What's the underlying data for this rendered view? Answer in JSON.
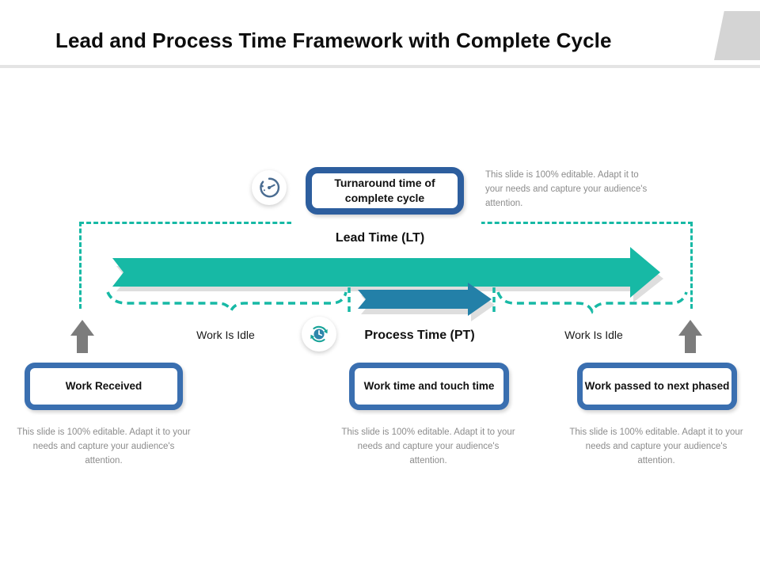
{
  "header": {
    "title": "Lead and Process Time Framework with Complete Cycle",
    "corner_color": "#d4d4d4",
    "rule_color": "#e4e4e4"
  },
  "theme": {
    "teal": "#17b9a5",
    "dark_teal": "#14a896",
    "process_blue": "#2380a8",
    "card_blue": "#3a6fb0",
    "turnaround_blue": "#2d5e9e",
    "arrow_gray": "#7c7c7c",
    "shadow_gray": "#dedede",
    "caption_gray": "#8c8c8c"
  },
  "diagram": {
    "turnaround_card": "Turnaround time of complete cycle",
    "turnaround_icon": "speedometer-gauge-icon",
    "cycle_icon": "clock-refresh-icon",
    "lead_time_label": "Lead Time (LT)",
    "process_time_label": "Process Time (PT)",
    "idle_left_label": "Work Is Idle",
    "idle_right_label": "Work Is Idle",
    "lead_time_arrow": "lead-time-arrow",
    "process_time_arrow": "process-time-arrow"
  },
  "captions": {
    "top": "This slide is 100% editable. Adapt it to your needs and capture your audience's attention.",
    "left": "This slide is 100% editable. Adapt it to your needs and capture your audience's attention.",
    "middle": "This slide is 100% editable. Adapt it to your needs and capture your audience's attention.",
    "right": "This slide is 100% editable. Adapt it to your needs and capture your audience's attention."
  },
  "stages": [
    {
      "id": "work-received",
      "label": "Work Received"
    },
    {
      "id": "work-time",
      "label": "Work time and touch time"
    },
    {
      "id": "work-passed",
      "label": "Work passed to next phased"
    }
  ]
}
